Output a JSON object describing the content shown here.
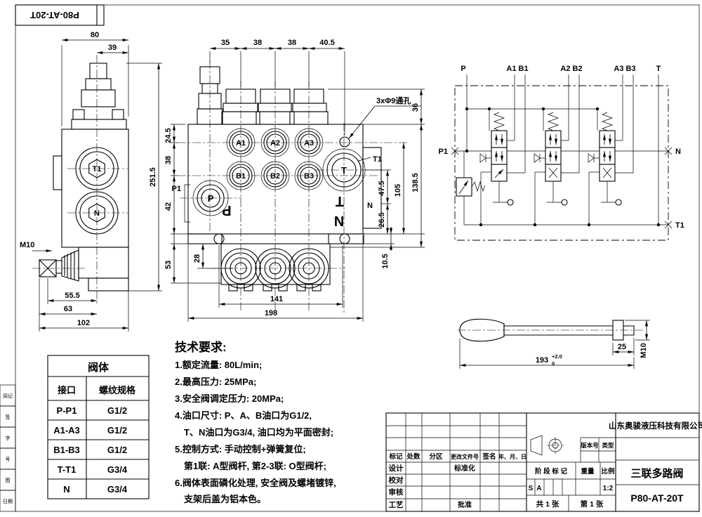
{
  "sheet": {
    "stamp": "P80-AT-20T",
    "margin_boxes": [
      "阅记",
      "签",
      "字",
      "号",
      "图",
      "日期"
    ]
  },
  "side_view": {
    "dim_width": "80",
    "dim_offset": "39",
    "dim_total_height": "251.5",
    "dim_a": "55.5",
    "dim_b": "63",
    "dim_c": "102",
    "thread": "M10",
    "port_top": "T1",
    "port_bottom": "N"
  },
  "front_view": {
    "dim_seg1": "35",
    "dim_seg2": "38",
    "dim_seg3": "38",
    "dim_seg4": "40.5",
    "hole_note": "3xΦ9通孔",
    "dim_l1": "24.5",
    "dim_l2": "38",
    "dim_l3": "42",
    "dim_l4": "53",
    "dim_inner": "28",
    "dim_r1": "47.5",
    "dim_r2": "26.5",
    "dim_r3": "105",
    "dim_r4": "138.5",
    "dim_r5": "10.5",
    "dim_r6": "36",
    "dim_b1": "141",
    "dim_b2": "198",
    "port_a1": "A1",
    "port_a2": "A2",
    "port_a3": "A3",
    "port_b1": "B1",
    "port_b2": "B2",
    "port_b3": "B3",
    "port_p": "P",
    "port_t": "T",
    "label_p1": "P1",
    "label_t1": "T1",
    "label_n": "N",
    "emboss_p": "P",
    "emboss_t": "T",
    "emboss_n": "N"
  },
  "schematic": {
    "label_p": "P",
    "label_a1b1": "A1 B1",
    "label_a2b2": "A2 B2",
    "label_a3b3": "A3 B3",
    "label_t": "T",
    "label_p1": "P1",
    "label_n": "N",
    "label_t1": "T1"
  },
  "handle": {
    "dim_len": "193",
    "tol_top": "+2.0",
    "tol_bottom": "0",
    "dim_nut": "25",
    "thread": "M10"
  },
  "port_table": {
    "title": "阀体",
    "col1": "接口",
    "col2": "螺纹规格",
    "rows": [
      [
        "P-P1",
        "G1/2"
      ],
      [
        "A1-A3",
        "G1/2"
      ],
      [
        "B1-B3",
        "G1/2"
      ],
      [
        "T-T1",
        "G3/4"
      ],
      [
        "N",
        "G3/4"
      ]
    ]
  },
  "tech_req": {
    "title": "技术要求:",
    "lines": [
      "1.额定流量: 80L/min;",
      "2.最高压力: 25MPa;",
      "3.安全阀调定压力: 20MPa;",
      "4.油口尺寸: P、A、B油口为G1/2,",
      "T、N油口为G3/4, 油口均为平面密封;",
      "5.控制方式: 手动控制+弹簧复位;",
      "第1联: A型阀杆, 第2-3联: O型阀杆;",
      "6.阀体表面磷化处理, 安全阀及螺堵镀锌,",
      "支架后盖为铝本色。"
    ]
  },
  "title_block": {
    "h_mark": "标记",
    "h_count": "处数",
    "h_zone": "分区",
    "h_doc": "更改文件号",
    "h_sign": "签名",
    "h_date": "年、月、日",
    "r_design": "设计",
    "r_check": "校对",
    "r_audit": "审核",
    "r_process": "工艺",
    "std": "标准化",
    "approve": "批准",
    "version_label": "版本号",
    "type_label": "类型",
    "stage_label": "阶 段 标 记",
    "weight_label": "重量",
    "scale_label": "比例",
    "stage_s": "S",
    "stage_a": "A",
    "scale_value": "1:2",
    "total_sheets": "共 1 张",
    "sheet_number": "第 1 张",
    "company": "山东奥骏液压科技有限公司",
    "product_name": "三联多路阀",
    "model": "P80-AT-20T"
  }
}
